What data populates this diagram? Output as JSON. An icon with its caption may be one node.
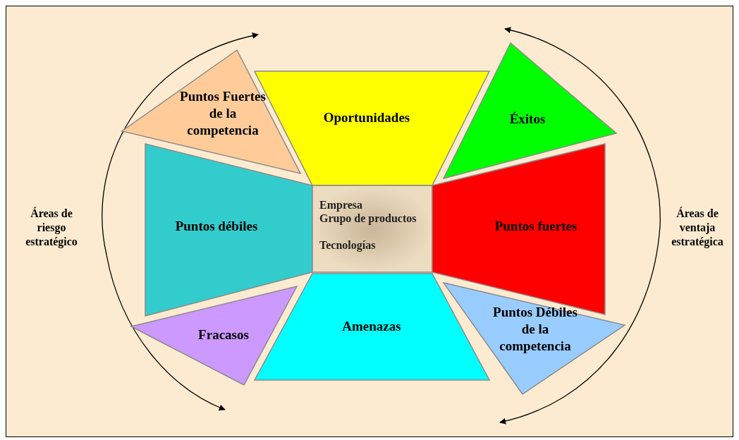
{
  "diagram": {
    "nodes": [
      {
        "text": [
          "Puntos Fuertes de la competencia"
        ]
      },
      {
        "text": [
          "Oportunidades"
        ]
      },
      {
        "text": [
          "Éxitos"
        ]
      },
      {
        "text": [
          "Puntos débiles"
        ]
      },
      {
        "text": [
          "Empresa",
          "Grupo de productos",
          "Tecnologías"
        ]
      },
      {
        "text": [
          "Puntos fuertes"
        ]
      },
      {
        "text": [
          "Fracasos"
        ]
      },
      {
        "text": [
          "Amenazas"
        ]
      },
      {
        "text": [
          "Puntos Débiles de la competencia"
        ]
      }
    ],
    "labels": [
      "Áreas de riesgo estratégico",
      "Áreas de ventaja estratégica"
    ]
  }
}
